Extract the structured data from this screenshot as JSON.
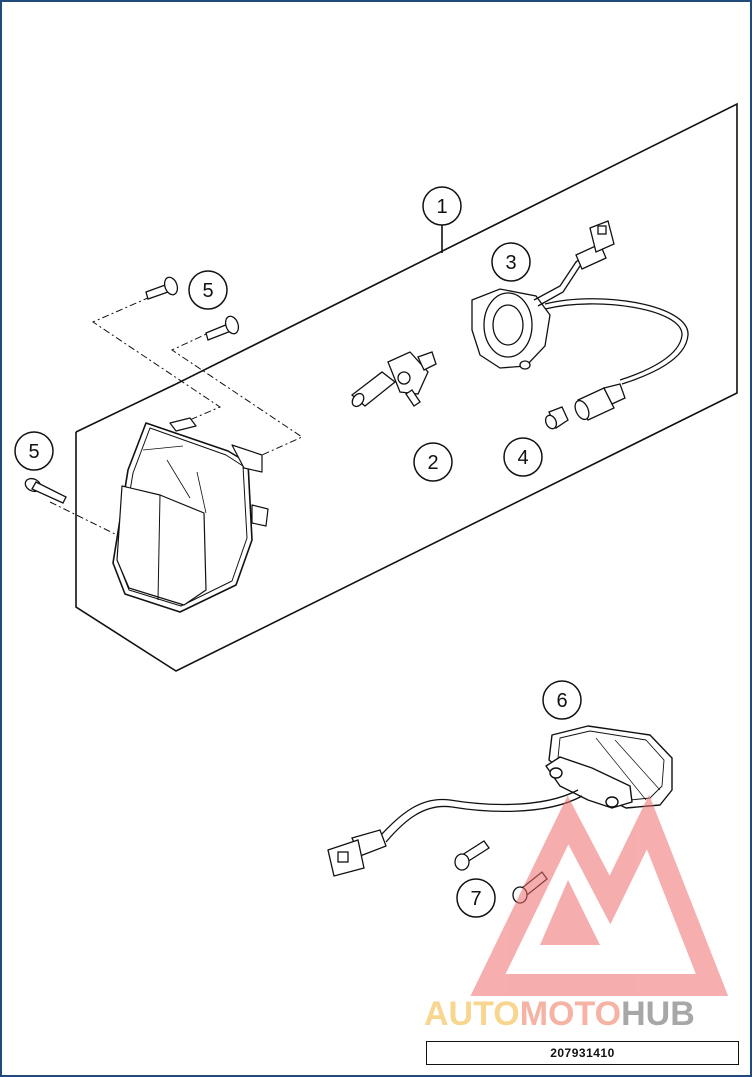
{
  "callouts": {
    "c1": "1",
    "c2": "2",
    "c3": "3",
    "c4": "4",
    "c5a": "5",
    "c5b": "5",
    "c6": "6",
    "c7": "7"
  },
  "watermark": {
    "part1": "AUTO",
    "part2": "MOTO",
    "part3": "HUB",
    "colors": {
      "auto": "#f7c96a",
      "moto": "#f39a86",
      "hub": "#8a8a8a",
      "logo": "#f06b6b"
    }
  },
  "part_number": "207931410",
  "icons": [
    "headlight-icon",
    "bulb-h4-icon",
    "bulb-holder-icon",
    "parking-bulb-icon",
    "screw-icon",
    "tail-light-icon",
    "connector-icon"
  ]
}
